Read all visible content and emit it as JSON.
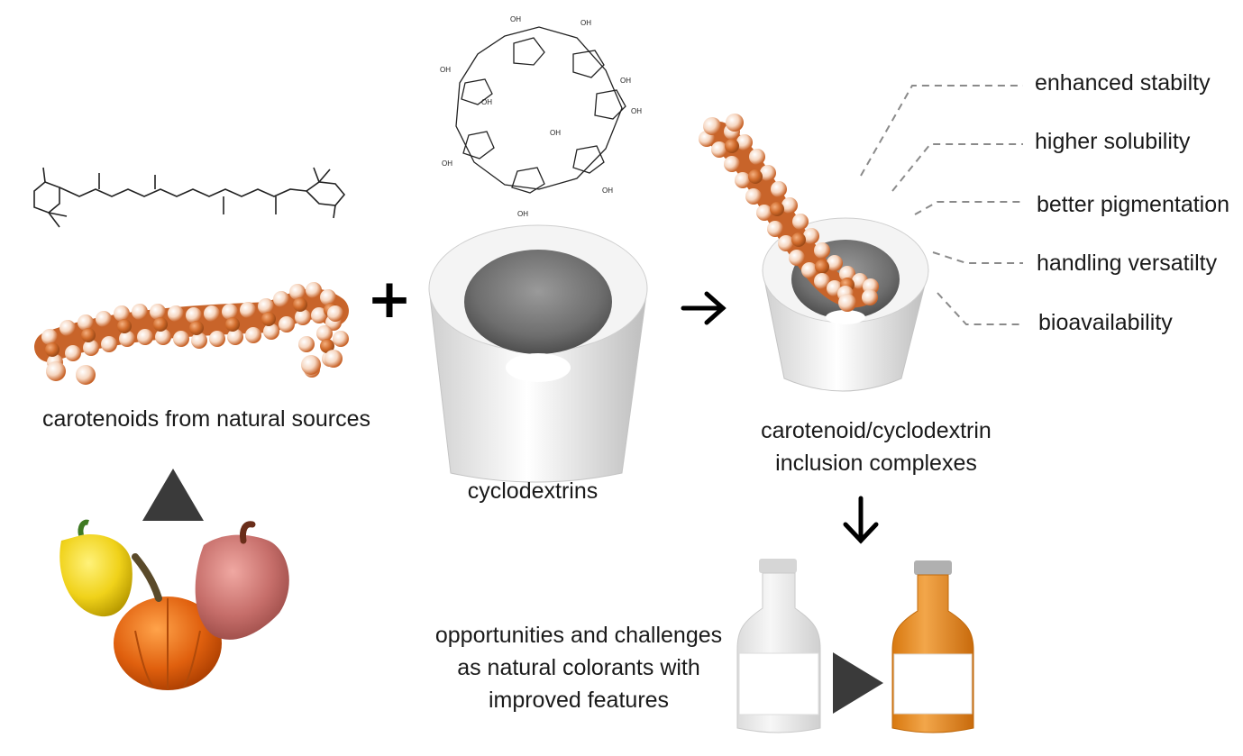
{
  "labels": {
    "carotenoids": "carotenoids from natural sources",
    "cyclodextrins": "cyclodextrins",
    "complex_line1": "carotenoid/cyclodextrin",
    "complex_line2": "inclusion complexes",
    "opportunities_line1": "opportunities and challenges",
    "opportunities_line2": "as natural colorants with",
    "opportunities_line3": "improved features"
  },
  "features": [
    "enhanced stabilty",
    "higher solubility",
    "better pigmentation",
    "handling versatilty",
    "bioavailability"
  ],
  "operators": {
    "plus": "+",
    "arrow": "→"
  },
  "molecule_labels": {
    "hydroxyl": "OH"
  },
  "colors": {
    "carotenoid_orange": "#c8642a",
    "cyclodextrin_grey": "#d9d9d9",
    "triangle_dark": "#3a3a3a",
    "pepper_yellow": "#f0d21a",
    "pumpkin_orange": "#e0600e",
    "pepper_red": "#c66e6a",
    "bottle_amber": "#e8902a"
  }
}
